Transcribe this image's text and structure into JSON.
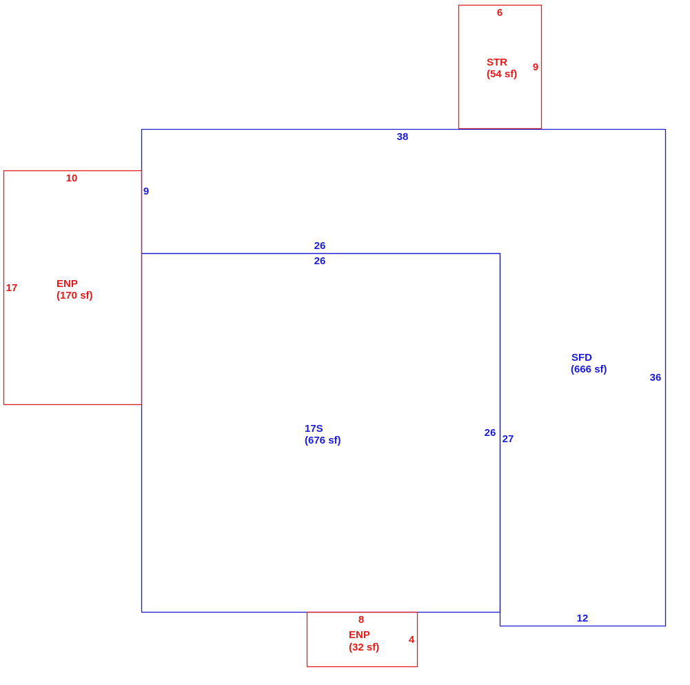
{
  "colors": {
    "addition": "#e41a1a",
    "main": "#1a1ad6"
  },
  "areas": {
    "str": {
      "code": "STR",
      "area": "(54 sf)",
      "top": "6",
      "right": "9"
    },
    "sfd": {
      "code": "SFD",
      "area": "(666 sf)",
      "top": "38",
      "left": "9",
      "inner_top": "26",
      "right": "36",
      "inner_side": "27",
      "bottom": "12"
    },
    "s17": {
      "code": "17S",
      "area": "(676 sf)",
      "top": "26",
      "right": "26"
    },
    "enp_left": {
      "code": "ENP",
      "area": "(170 sf)",
      "top": "10",
      "left": "17"
    },
    "enp_bottom": {
      "code": "ENP",
      "area": "(32 sf)",
      "top": "8",
      "right": "4"
    }
  }
}
